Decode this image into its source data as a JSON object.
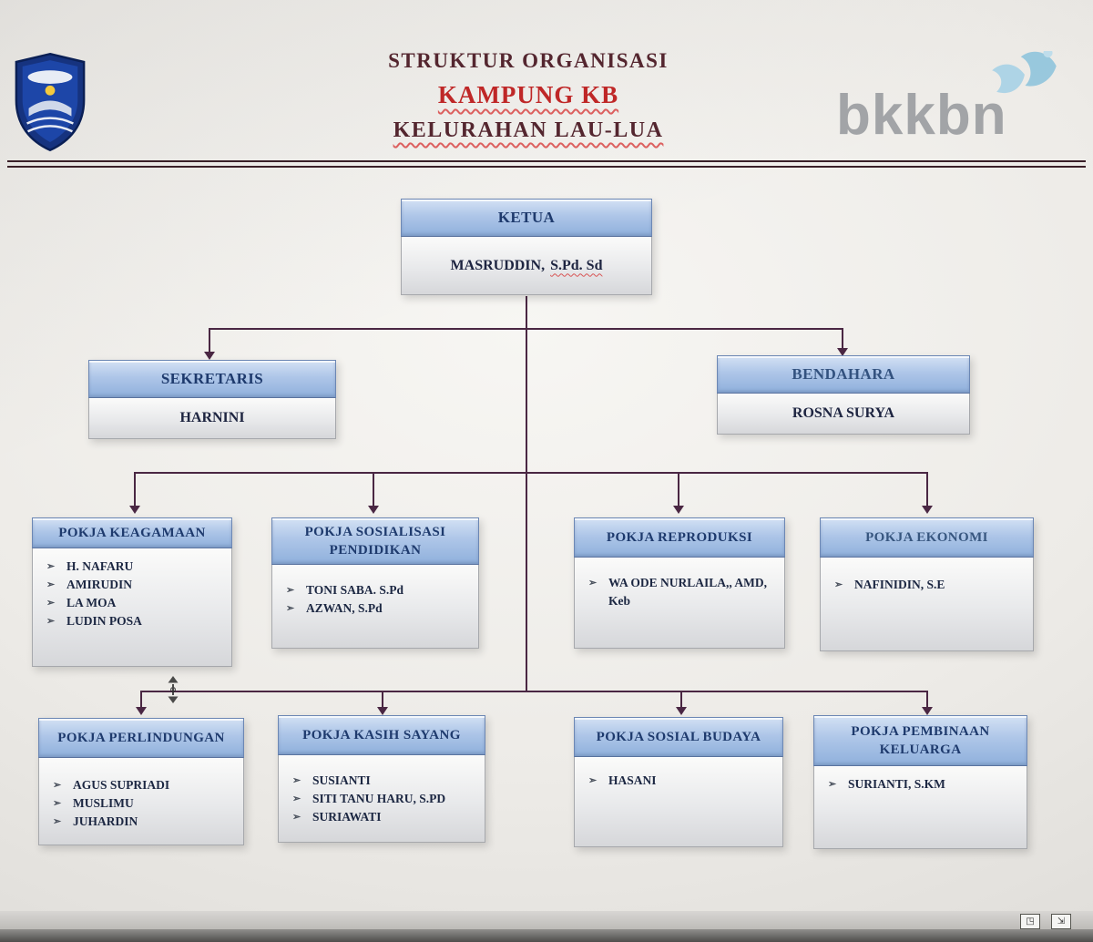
{
  "header": {
    "title_line1": "STRUKTUR ORGANISASI",
    "title_line2": "KAMPUNG KB",
    "title_line3": "KELURAHAN LAU-LUA",
    "brand_wordmark": "bkkbn"
  },
  "org": {
    "ketua": {
      "title": "KETUA",
      "name_main": "MASRUDDIN,",
      "name_suffix": "S.Pd. Sd"
    },
    "sekretaris": {
      "title": "SEKRETARIS",
      "name": "HARNINI"
    },
    "bendahara": {
      "title": "BENDAHARA",
      "name": "ROSNA SURYA"
    },
    "level3": [
      {
        "title": "POKJA KEAGAMAAN",
        "members": [
          "H. NAFARU",
          "AMIRUDIN",
          "LA MOA",
          "LUDIN POSA"
        ]
      },
      {
        "title": "POKJA SOSIALISASI PENDIDIKAN",
        "members": [
          "TONI SABA. S.Pd",
          "AZWAN, S.Pd"
        ]
      },
      {
        "title": "POKJA REPRODUKSI",
        "members": [
          "WA ODE NURLAILA,, AMD, Keb"
        ]
      },
      {
        "title": "POKJA EKONOMI",
        "members": [
          "NAFINIDIN, S.E"
        ]
      }
    ],
    "level4": [
      {
        "title": "POKJA PERLINDUNGAN",
        "members": [
          "AGUS SUPRIADI",
          "MUSLIMU",
          "JUHARDIN"
        ]
      },
      {
        "title": "POKJA KASIH SAYANG",
        "members": [
          "SUSIANTI",
          "SITI TANU HARU, S.PD",
          "SURIAWATI"
        ]
      },
      {
        "title": "POKJA SOSIAL BUDAYA",
        "members": [
          "HASANI"
        ]
      },
      {
        "title": "POKJA PEMBINAAN KELUARGA",
        "members": [
          "SURIANTI, S.KM"
        ]
      }
    ]
  },
  "icons": {
    "crest": "kelurahan-lau-lua-crest",
    "brand_icon": "bkkbn-arrow-mark",
    "cursor": "vertical-scroll-cursor",
    "status_icons": [
      "fit-page-icon",
      "fit-width-icon"
    ]
  },
  "colors": {
    "title_maroon": "#54262f",
    "title_red": "#bf2727",
    "connector": "#4a2743",
    "node_header_blue": "#9ab8e0",
    "node_header_text": "#1e3a6d",
    "brand_gray": "#a2a4a7",
    "brand_blue": "#aed4e6"
  }
}
